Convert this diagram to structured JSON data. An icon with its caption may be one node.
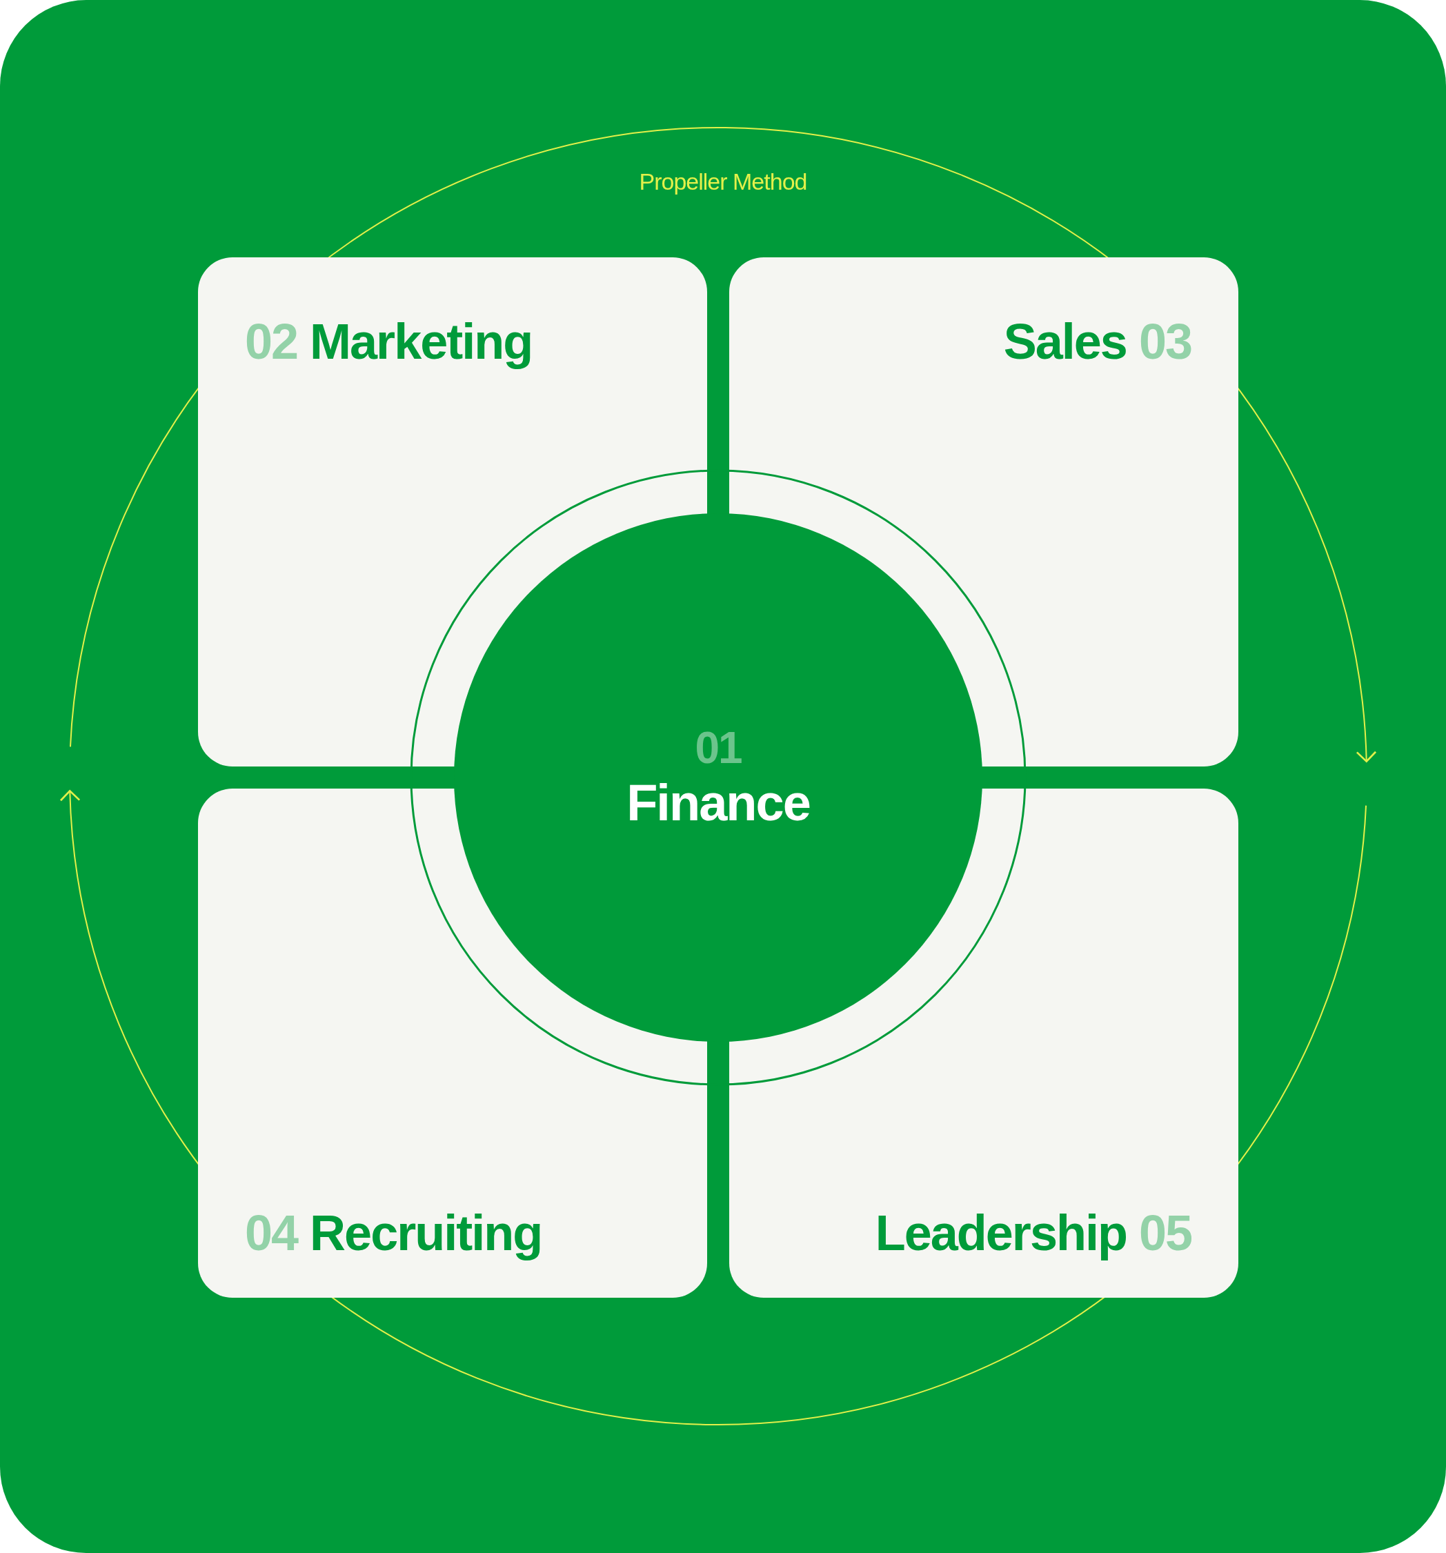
{
  "diagram": {
    "title": "Propeller Method",
    "nodes": [
      {
        "text": [
          "02",
          "Marketing"
        ]
      },
      {
        "text": [
          "Sales",
          "03"
        ]
      },
      {
        "text": [
          "01",
          "Finance"
        ]
      },
      {
        "text": [
          "04",
          "Recruiting"
        ]
      },
      {
        "text": [
          "Leadership",
          "05"
        ]
      }
    ]
  }
}
